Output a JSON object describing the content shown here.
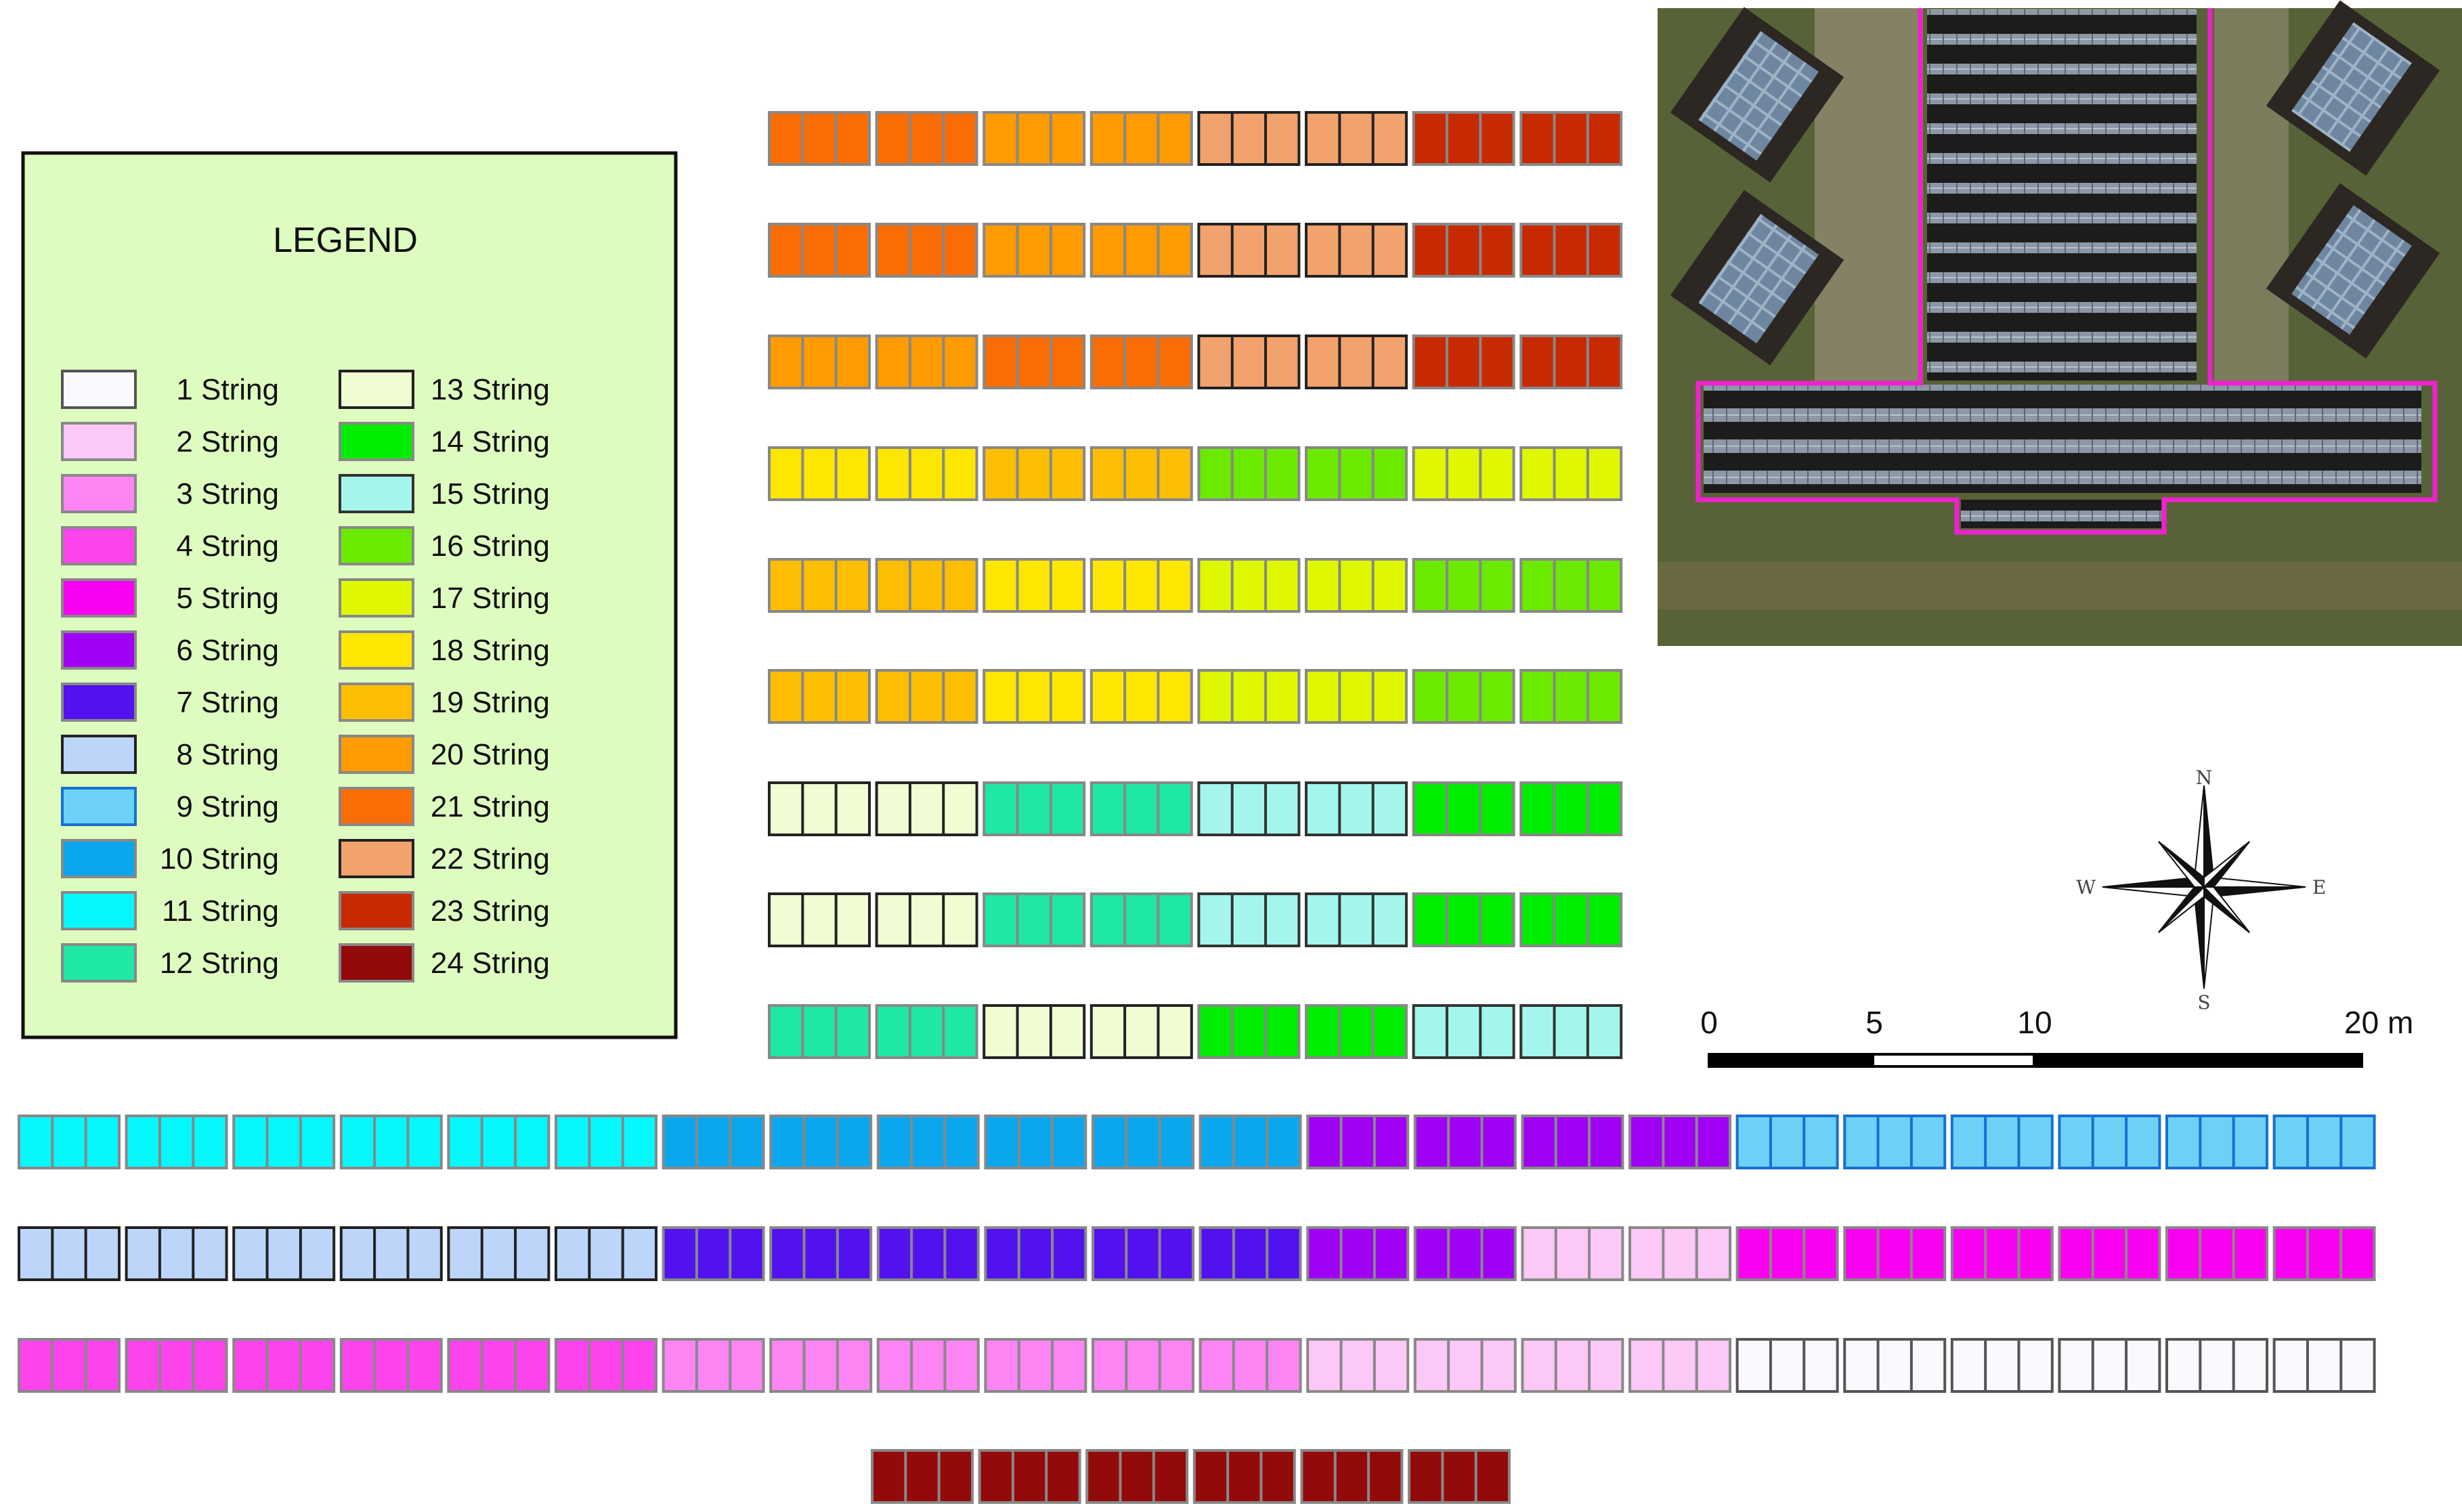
{
  "legend": {
    "title": "LEGEND",
    "items": [
      {
        "label": "1 String",
        "color": "#fbf9fd",
        "border": "#555555"
      },
      {
        "label": "2 String",
        "color": "#fcc8f6",
        "border": "#888888"
      },
      {
        "label": "3 String",
        "color": "#fc84f3",
        "border": "#888888"
      },
      {
        "label": "4 String",
        "color": "#fd44ec",
        "border": "#888888"
      },
      {
        "label": "5 String",
        "color": "#f900f0",
        "border": "#888888"
      },
      {
        "label": "6 String",
        "color": "#a000f4",
        "border": "#888888"
      },
      {
        "label": "7 String",
        "color": "#5212ef",
        "border": "#888888"
      },
      {
        "label": "8 String",
        "color": "#bcd5f8",
        "border": "#222222"
      },
      {
        "label": "9 String",
        "color": "#6bd1f6",
        "border": "#1a6fd0"
      },
      {
        "label": "10 String",
        "color": "#0aa7ee",
        "border": "#888888"
      },
      {
        "label": "11 String",
        "color": "#04f8fc",
        "border": "#888888"
      },
      {
        "label": "12 String",
        "color": "#1ee8a4",
        "border": "#888888"
      },
      {
        "label": "13 String",
        "color": "#f0fcd2",
        "border": "#222222"
      },
      {
        "label": "14 String",
        "color": "#00ec00",
        "border": "#888888"
      },
      {
        "label": "15 String",
        "color": "#a4f6ec",
        "border": "#333333"
      },
      {
        "label": "16 String",
        "color": "#6bea00",
        "border": "#888888"
      },
      {
        "label": "17 String",
        "color": "#dff800",
        "border": "#888888"
      },
      {
        "label": "18 String",
        "color": "#fde600",
        "border": "#888888"
      },
      {
        "label": "19 String",
        "color": "#fdbd00",
        "border": "#888888"
      },
      {
        "label": "20 String",
        "color": "#fd9b00",
        "border": "#888888"
      },
      {
        "label": "21 String",
        "color": "#fa6d05",
        "border": "#888888"
      },
      {
        "label": "22 String",
        "color": "#f2a26c",
        "border": "#222222"
      },
      {
        "label": "23 String",
        "color": "#c72a00",
        "border": "#888888"
      },
      {
        "label": "24 String",
        "color": "#930a0a",
        "border": "#888888"
      }
    ]
  },
  "array_rows": [
    [
      21,
      21,
      20,
      20,
      22,
      22,
      23,
      23
    ],
    [
      21,
      21,
      20,
      20,
      22,
      22,
      23,
      23
    ],
    [
      20,
      20,
      21,
      21,
      22,
      22,
      23,
      23
    ],
    [
      18,
      18,
      19,
      19,
      16,
      16,
      17,
      17
    ],
    [
      19,
      19,
      18,
      18,
      17,
      17,
      16,
      16
    ],
    [
      19,
      19,
      18,
      18,
      17,
      17,
      16,
      16
    ],
    [
      13,
      13,
      12,
      12,
      15,
      15,
      14,
      14
    ],
    [
      13,
      13,
      12,
      12,
      15,
      15,
      14,
      14
    ],
    [
      12,
      12,
      13,
      13,
      14,
      14,
      15,
      15
    ],
    [
      11,
      11,
      11,
      11,
      11,
      11,
      10,
      10,
      10,
      10,
      10,
      10,
      6,
      6,
      6,
      6,
      9,
      9,
      9,
      9,
      9,
      9
    ],
    [
      8,
      8,
      8,
      8,
      8,
      8,
      7,
      7,
      7,
      7,
      7,
      7,
      6,
      6,
      2,
      2,
      5,
      5,
      5,
      5,
      5,
      5
    ],
    [
      4,
      4,
      4,
      4,
      4,
      4,
      3,
      3,
      3,
      3,
      3,
      3,
      2,
      2,
      2,
      2,
      1,
      1,
      1,
      1,
      1,
      1
    ],
    [
      24,
      24,
      24,
      24,
      24,
      24
    ]
  ],
  "compass": {
    "north": "N",
    "south": "S",
    "east": "E",
    "west": "W"
  },
  "scale_bar": {
    "labels": [
      "0",
      "5",
      "10",
      "20 m"
    ]
  },
  "aerial_photo": {
    "boundary_color": "#ee22cc"
  }
}
